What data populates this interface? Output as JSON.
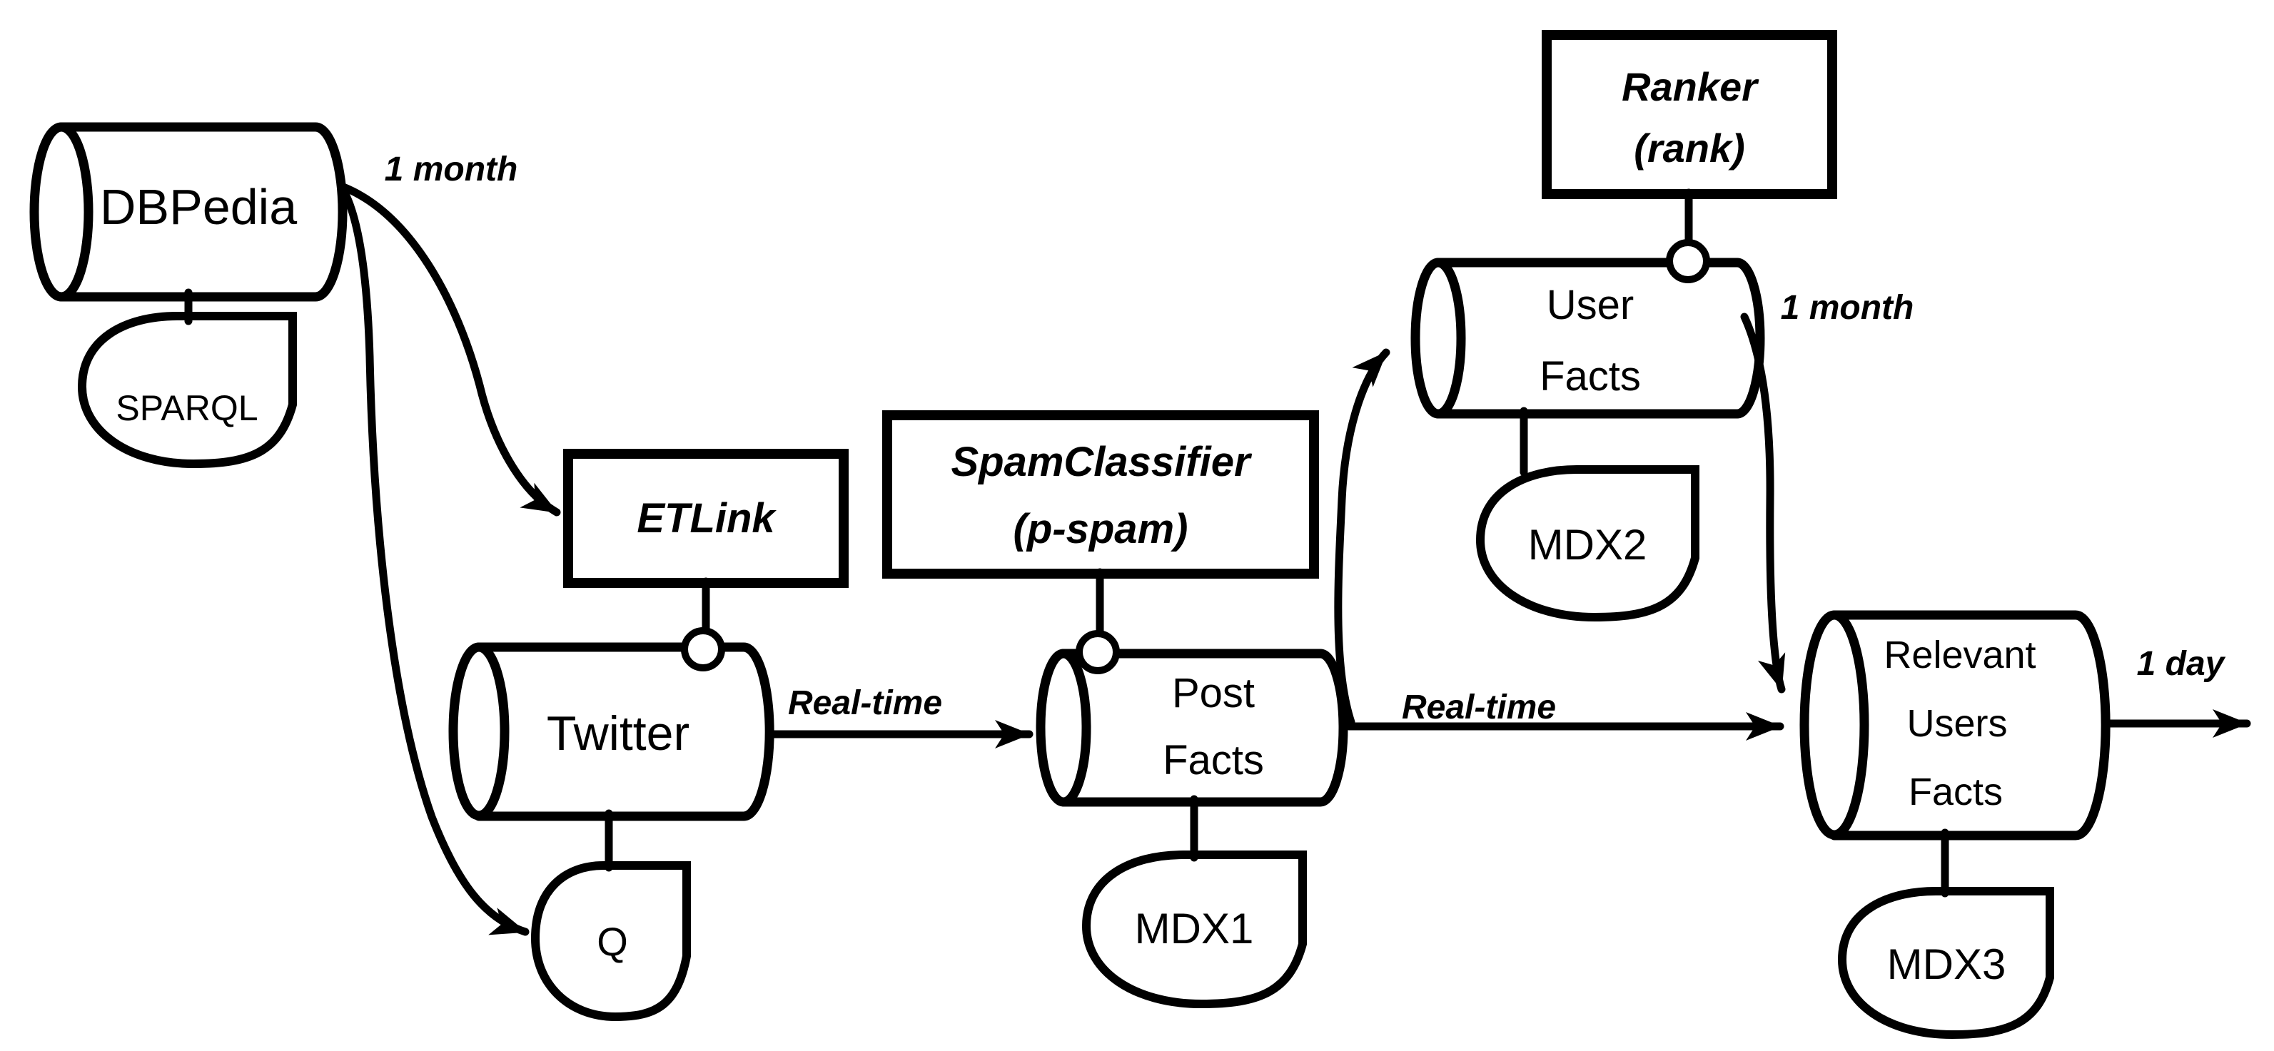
{
  "diagram": {
    "title": "Data pipeline diagram",
    "colors": {
      "stroke": "#000000",
      "background": "#ffffff"
    },
    "nodes": {
      "dbpedia": {
        "type": "cylinder-store",
        "label": "DBPedia"
      },
      "sparql": {
        "type": "query-shape",
        "label": "SPARQL"
      },
      "etlink": {
        "type": "process-box",
        "label": "ETLink"
      },
      "twitter": {
        "type": "cylinder-store",
        "label": "Twitter"
      },
      "q": {
        "type": "query-shape",
        "label": "Q"
      },
      "spam_classifier": {
        "type": "process-box",
        "line1": "SpamClassifier",
        "line2": "(p-spam)"
      },
      "post_facts": {
        "type": "cylinder-store",
        "line1": "Post",
        "line2": "Facts"
      },
      "mdx1": {
        "type": "query-shape",
        "label": "MDX1"
      },
      "ranker": {
        "type": "process-box",
        "line1": "Ranker",
        "line2": "(rank)"
      },
      "user_facts": {
        "type": "cylinder-store",
        "line1": "User",
        "line2": "Facts"
      },
      "mdx2": {
        "type": "query-shape",
        "label": "MDX2"
      },
      "relevant_users_facts": {
        "type": "cylinder-store",
        "line1": "Relevant",
        "line2": "Users",
        "line3": "Facts"
      },
      "mdx3": {
        "type": "query-shape",
        "label": "MDX3"
      }
    },
    "edge_labels": {
      "dbpedia_to_etlink": "1 month",
      "twitter_to_post_facts": "Real-time",
      "post_facts_to_relevant": "Real-time",
      "user_facts_to_relevant": "1 month",
      "relevant_out": "1 day"
    }
  }
}
